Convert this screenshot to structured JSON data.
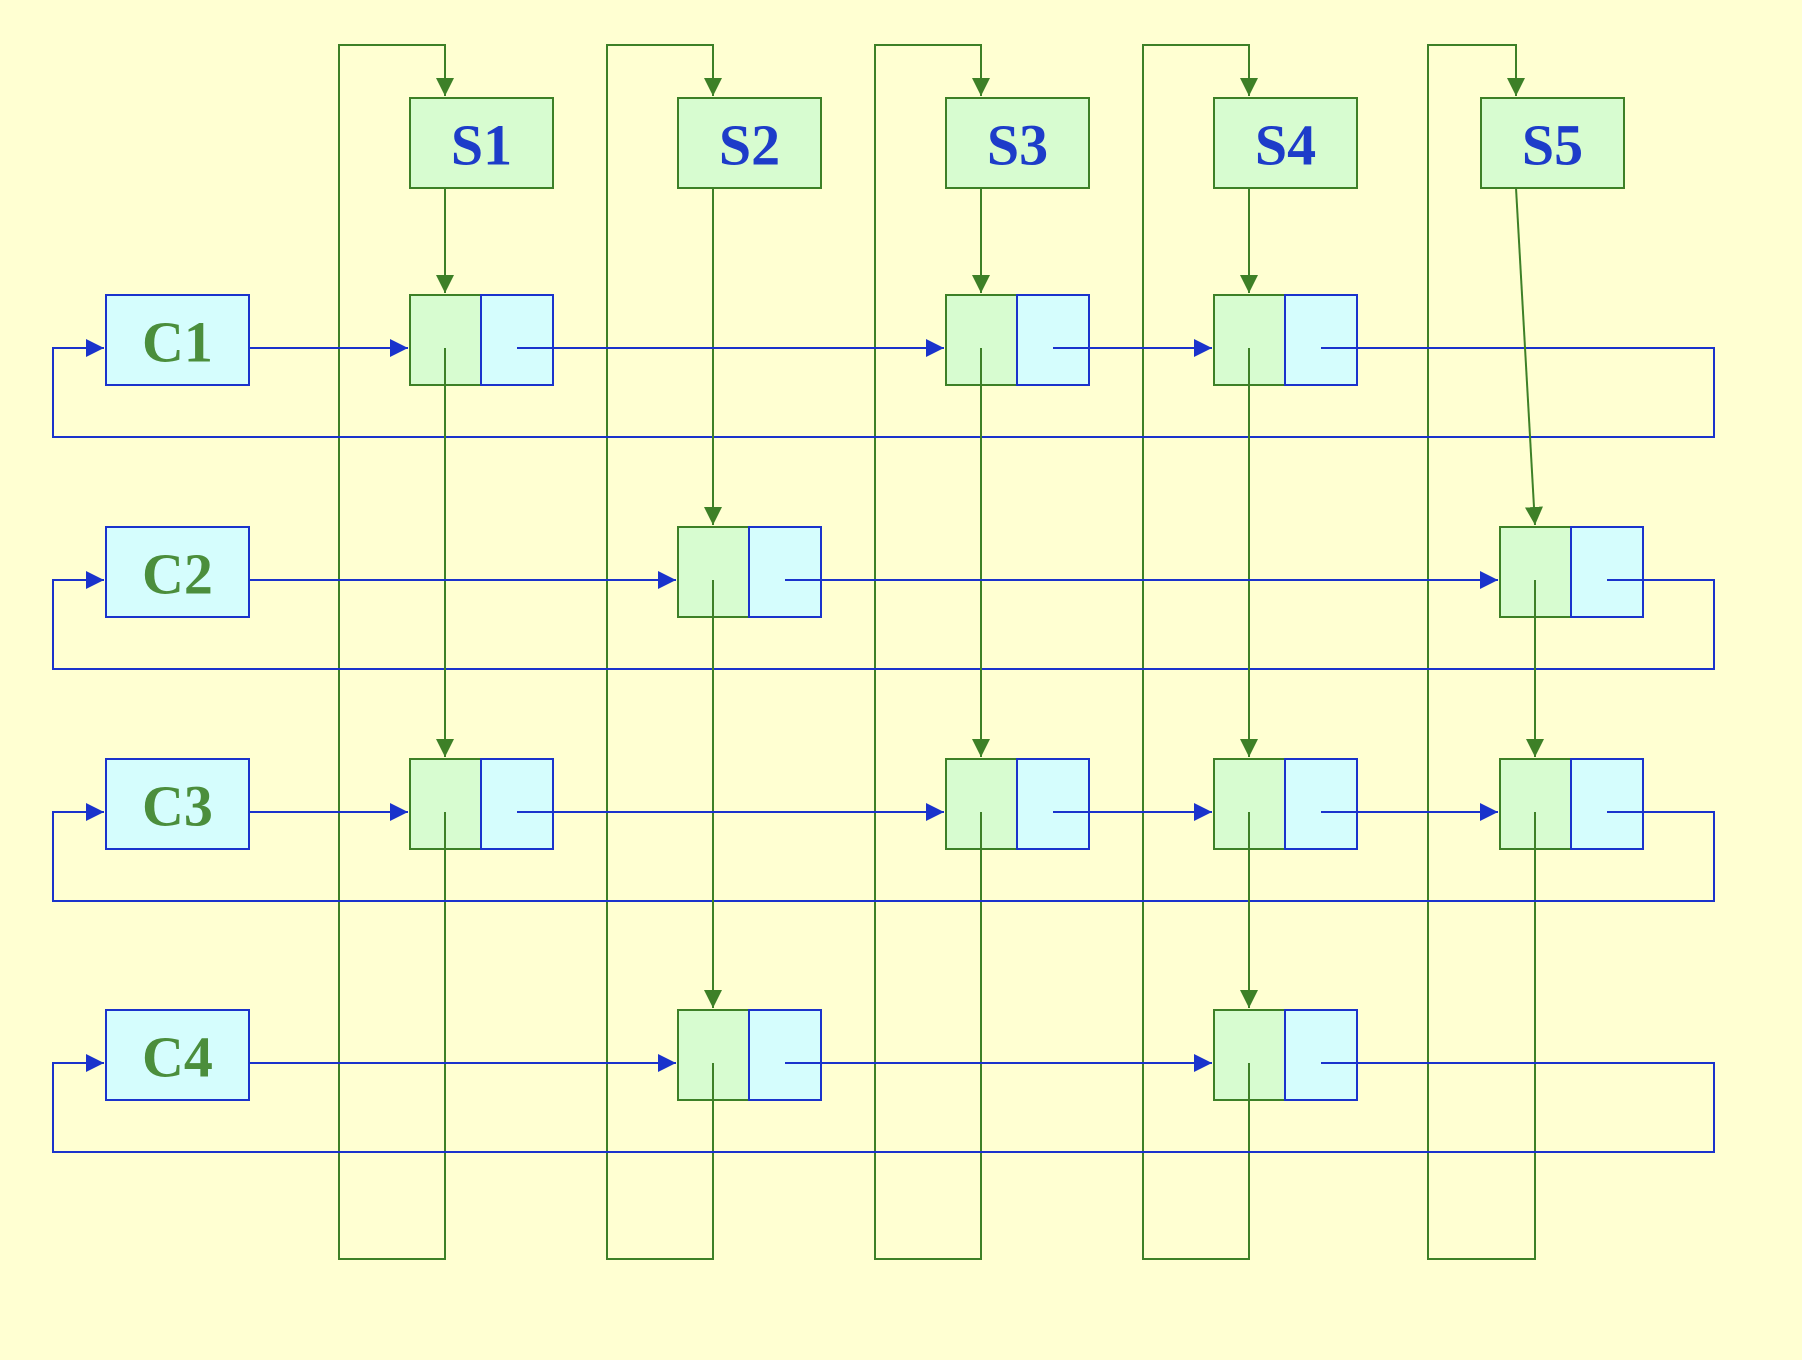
{
  "colors": {
    "background": "#FFFFD2",
    "student_line": "#3D8027",
    "course_line": "#1A33CC",
    "student_fill": "#D7FCD0",
    "course_fill": "#D5FDFD",
    "student_text": "#1D3CC9",
    "course_text": "#4B8E3C"
  },
  "students": [
    {
      "id": "s1",
      "label": "S1"
    },
    {
      "id": "s2",
      "label": "S2"
    },
    {
      "id": "s3",
      "label": "S3"
    },
    {
      "id": "s4",
      "label": "S4"
    },
    {
      "id": "s5",
      "label": "S5"
    }
  ],
  "courses": [
    {
      "id": "c1",
      "label": "C1"
    },
    {
      "id": "c2",
      "label": "C2"
    },
    {
      "id": "c3",
      "label": "C3"
    },
    {
      "id": "c4",
      "label": "C4"
    }
  ],
  "nodes": [
    {
      "course": 1,
      "student": 1
    },
    {
      "course": 1,
      "student": 3
    },
    {
      "course": 1,
      "student": 4
    },
    {
      "course": 2,
      "student": 2
    },
    {
      "course": 2,
      "student": 5
    },
    {
      "course": 3,
      "student": 1
    },
    {
      "course": 3,
      "student": 3
    },
    {
      "course": 3,
      "student": 4
    },
    {
      "course": 3,
      "student": 5
    },
    {
      "course": 4,
      "student": 2
    },
    {
      "course": 4,
      "student": 4
    }
  ]
}
